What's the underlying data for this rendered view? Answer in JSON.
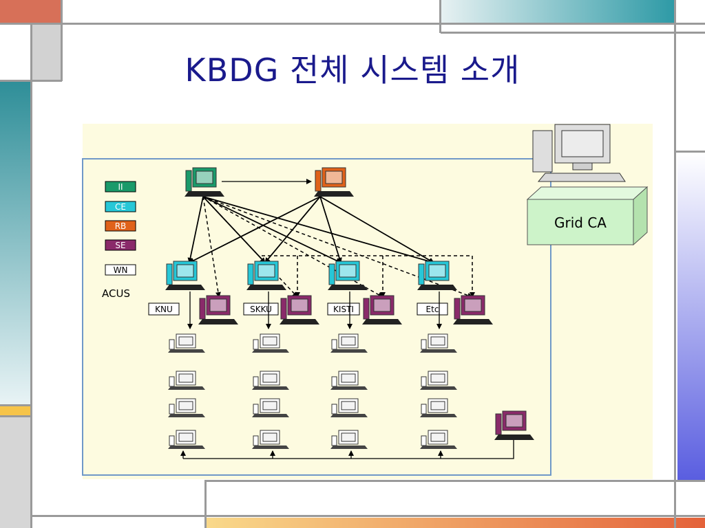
{
  "slide": {
    "title": "KBDG 전체 시스템 소개"
  },
  "diagram": {
    "legend": [
      "II",
      "CE",
      "RB",
      "SE",
      "WN",
      "ACUS"
    ],
    "sites": [
      "KNU",
      "SKKU",
      "KISTI",
      "Etc"
    ],
    "ca_label": "Grid CA"
  },
  "colors": {
    "title": "#1a1a8c",
    "ii": "#1a9a6a",
    "ce": "#27c7d7",
    "rb": "#e0621a",
    "se": "#8a2a6a",
    "panel": "#fdfbe0",
    "ca_box": "#cdf3c9"
  }
}
